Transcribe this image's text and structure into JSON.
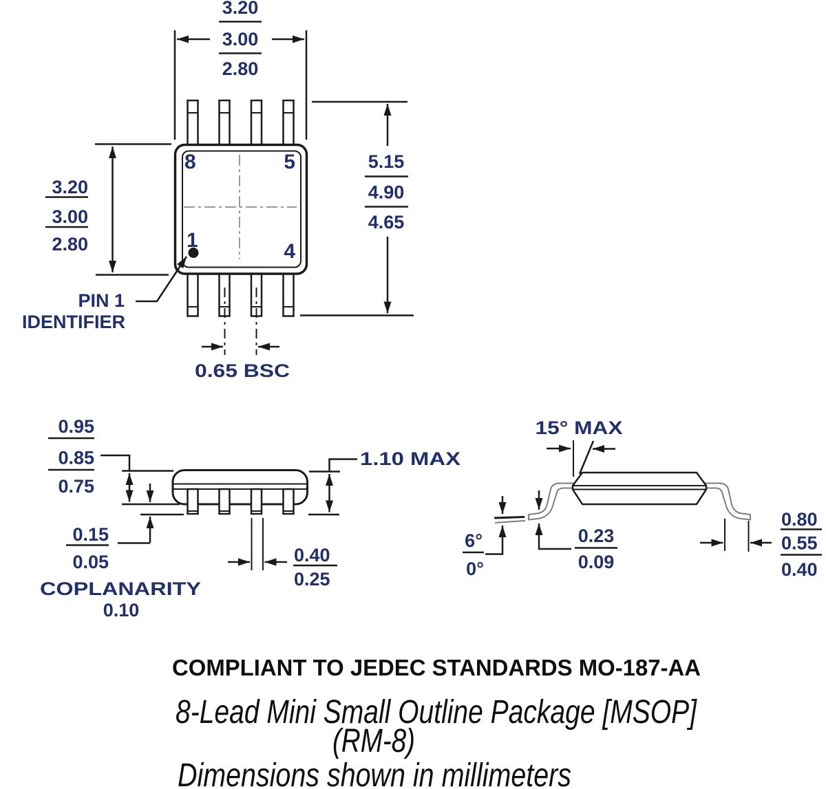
{
  "top_view": {
    "width_dim": [
      "3.20",
      "3.00",
      "2.80"
    ],
    "height_dim": [
      "3.20",
      "3.00",
      "2.80"
    ],
    "lead_span_dim": [
      "5.15",
      "4.90",
      "4.65"
    ],
    "pin_numbers": [
      "8",
      "5",
      "1",
      "4"
    ],
    "pin1_label": [
      "PIN 1",
      "IDENTIFIER"
    ],
    "pitch_dim": "0.65 BSC"
  },
  "side_view": {
    "body_height_dim": [
      "0.95",
      "0.85",
      "0.75"
    ],
    "standoff_dim": [
      "0.15",
      "0.05"
    ],
    "coplanarity_label": "COPLANARITY",
    "coplanarity_value": "0.10",
    "overall_height_dim": "1.10 MAX",
    "lead_width_dim": [
      "0.40",
      "0.25"
    ]
  },
  "end_view": {
    "lid_angle_dim": "15° MAX",
    "foot_angle_dim": [
      "6°",
      "0°"
    ],
    "lead_thickness_dim": [
      "0.23",
      "0.09"
    ],
    "foot_length_dim": [
      "0.80",
      "0.55",
      "0.40"
    ]
  },
  "captions": {
    "jedec": "COMPLIANT TO JEDEC STANDARDS MO-187-AA",
    "title": "8-Lead Mini Small Outline Package [MSOP]",
    "subtitle": "(RM-8)",
    "note": "Dimensions shown in millimeters"
  },
  "colors": {
    "line": "#1a1a1a",
    "dimension_text": "#223069",
    "caption_text": "#0f0f0f",
    "centerline": "#999999",
    "background": "#ffffff"
  }
}
